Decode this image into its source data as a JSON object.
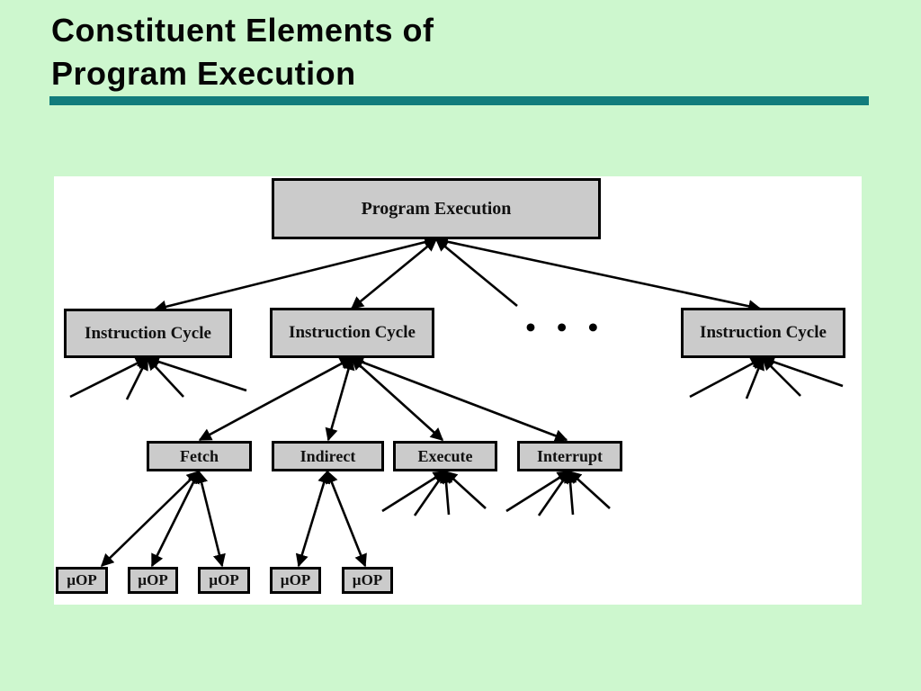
{
  "title": {
    "line1": "Constituent Elements of",
    "line2": "Program Execution"
  },
  "diagram": {
    "root": "Program Execution",
    "instruction_cycles": [
      "Instruction Cycle",
      "Instruction Cycle",
      "Instruction Cycle"
    ],
    "ellipsis": "• • •",
    "phases": [
      "Fetch",
      "Indirect",
      "Execute",
      "Interrupt"
    ],
    "micro_ops": [
      "µOP",
      "µOP",
      "µOP",
      "µOP",
      "µOP"
    ],
    "hierarchy": {
      "Program Execution": [
        "Instruction Cycle",
        "Instruction Cycle",
        "...",
        "Instruction Cycle"
      ],
      "Instruction Cycle (2nd)": [
        "Fetch",
        "Indirect",
        "Execute",
        "Interrupt"
      ],
      "Fetch": [
        "µOP",
        "µOP",
        "µOP"
      ],
      "Indirect": [
        "µOP",
        "µOP"
      ]
    }
  },
  "colors": {
    "background": "#cdf7ce",
    "divider": "#127c7c",
    "panel": "#ffffff",
    "node_fill": "#cbcbcb",
    "node_border": "#000000",
    "line": "#000000"
  }
}
